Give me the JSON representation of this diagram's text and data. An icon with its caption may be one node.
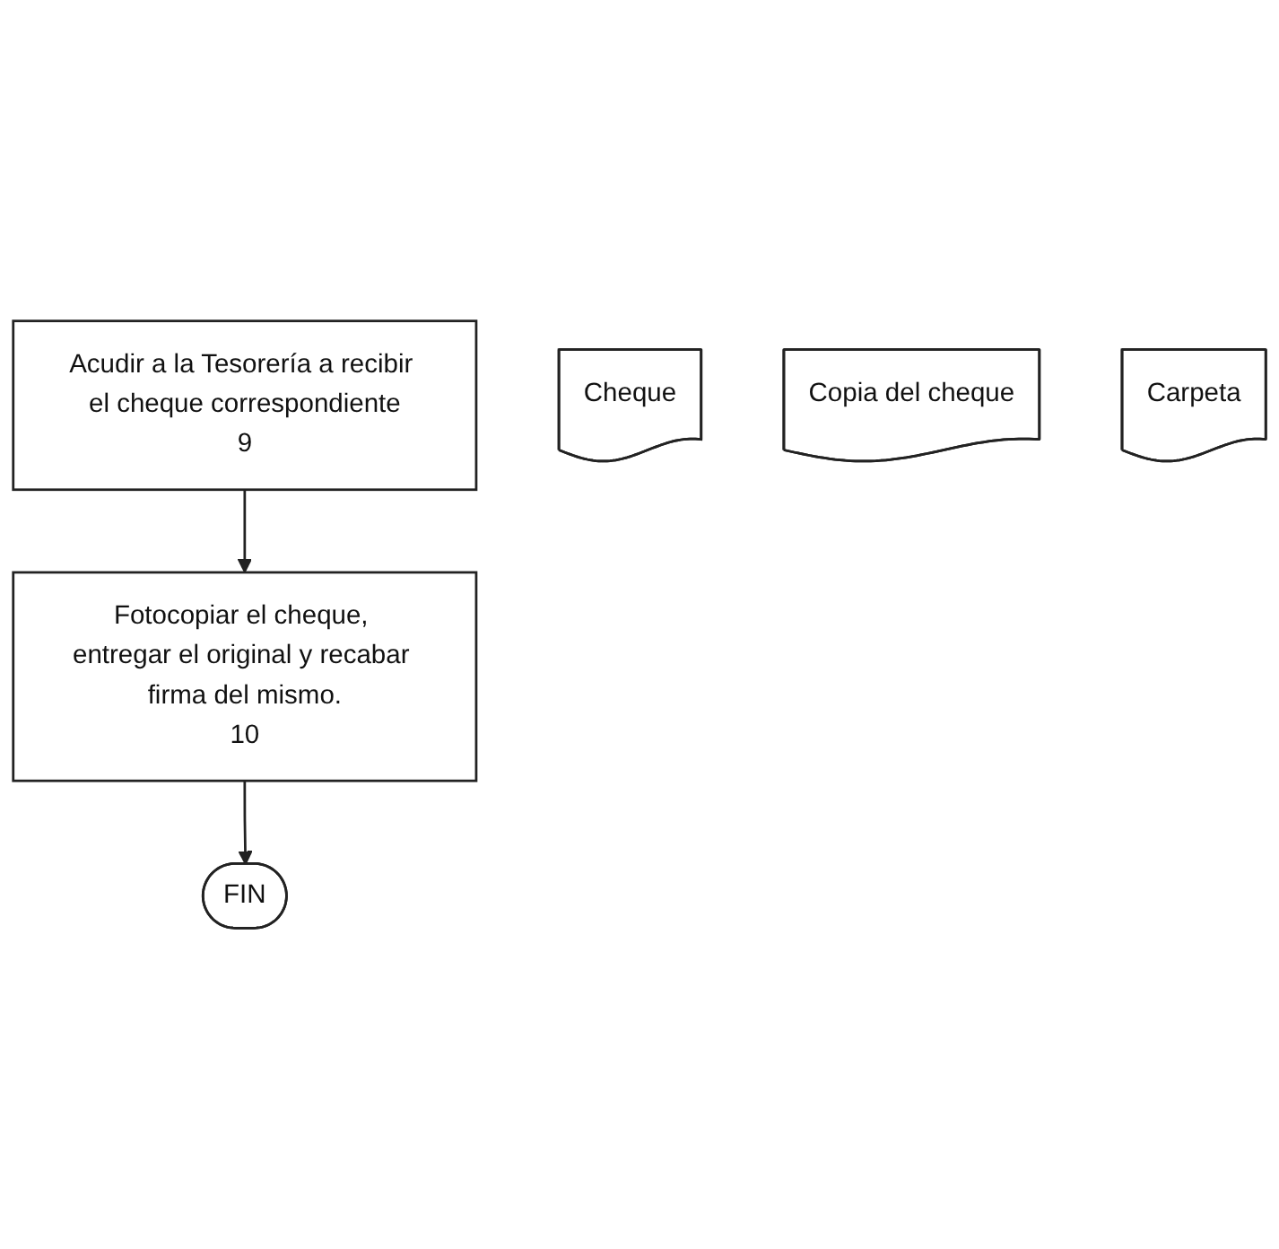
{
  "diagram": {
    "nodes": [
      {
        "text": [
          "Acudir a la Tesorería a recibir el cheque correspondiente",
          "9"
        ]
      },
      {
        "text": [
          "Cheque"
        ]
      },
      {
        "text": [
          "Fotocopiar el cheque, entregar el original y recabar firma del mismo.",
          "10"
        ]
      },
      {
        "text": [
          "Copia del cheque"
        ]
      },
      {
        "text": [
          "Carpeta"
        ]
      },
      {
        "text": [
          "FIN"
        ]
      }
    ],
    "edges": [
      {
        "from": 0,
        "to": 2,
        "arrow": "to"
      },
      {
        "from": 2,
        "to": 5,
        "arrow": "to"
      }
    ]
  }
}
